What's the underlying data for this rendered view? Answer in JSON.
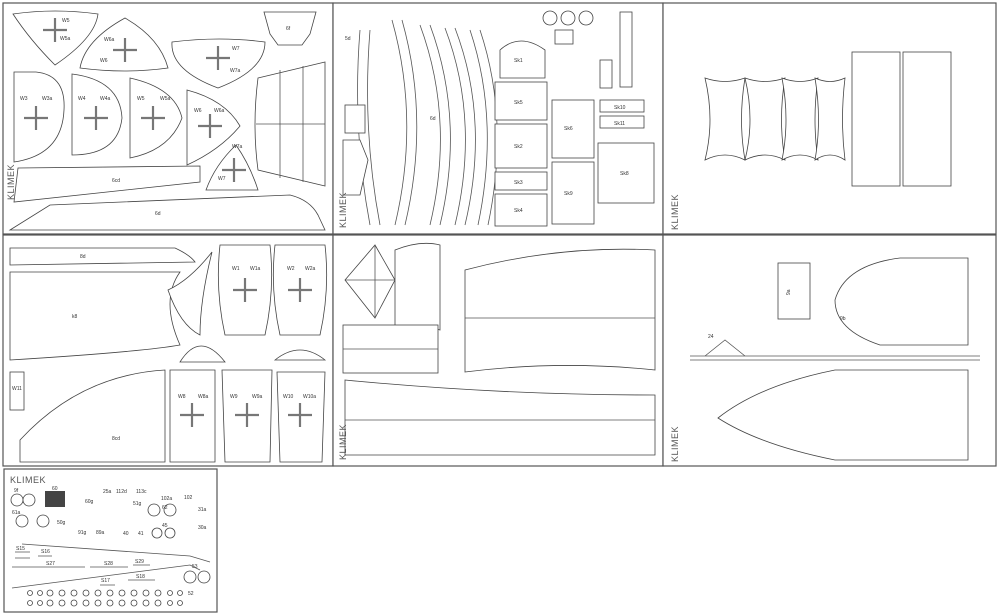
{
  "brand": "KLIMEK",
  "sheet1": {
    "labels": [
      "W5",
      "W5a",
      "W6a",
      "W6",
      "W7",
      "W7a",
      "6f",
      "W3",
      "W3a",
      "W4",
      "W4a",
      "W5",
      "W5a",
      "W6",
      "W6a",
      "W7a",
      "W7",
      "6cd",
      "6d"
    ]
  },
  "sheet2": {
    "labels": [
      "Sk1",
      "Sk5",
      "Sk2",
      "Sk3",
      "Sk4",
      "Sk6",
      "Sk8",
      "Sk9",
      "Sk10",
      "Sk11",
      "5d",
      "6d"
    ]
  },
  "sheet4": {
    "labels": [
      "8d",
      "W1",
      "W1a",
      "W2",
      "W2a",
      "k8",
      "W8",
      "W8a",
      "W9",
      "W9a",
      "W10",
      "W10a",
      "8cd",
      "W11"
    ]
  },
  "sheet6": {
    "labels": [
      "9a",
      "9b",
      "24"
    ]
  },
  "sheet7": {
    "labels": [
      "9f",
      "60",
      "61a",
      "60g",
      "50g",
      "25a",
      "112d",
      "113c",
      "102a",
      "102",
      "51g",
      "62",
      "31a",
      "30a",
      "91g",
      "89a",
      "40",
      "41",
      "45",
      "S15",
      "S16",
      "S27",
      "S28",
      "S29",
      "S17",
      "S18",
      "53",
      "52"
    ]
  }
}
